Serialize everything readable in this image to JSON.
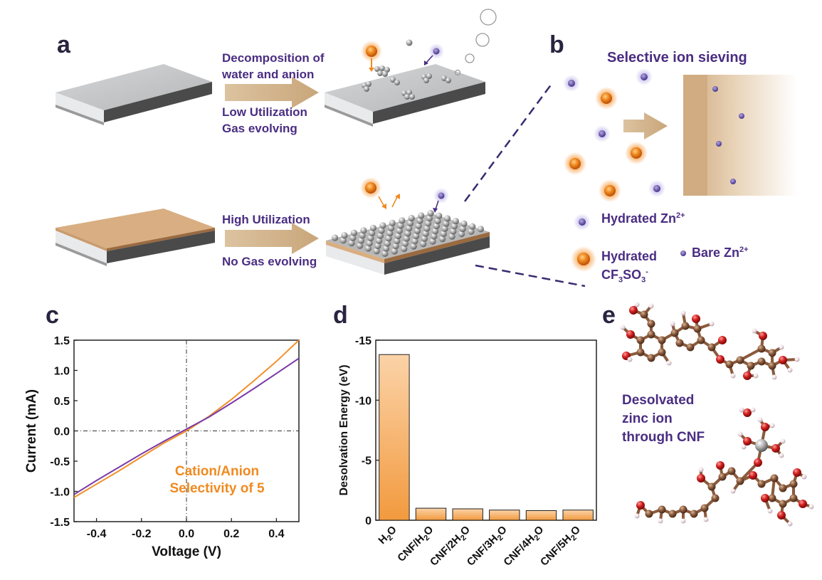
{
  "panels": {
    "a": "a",
    "b": "b",
    "c": "c",
    "d": "d",
    "e": "e"
  },
  "panel_a": {
    "top_line1": "Decomposition of",
    "top_line2": "water and anion",
    "bottom_line1": "Low Utilization",
    "bottom_line2": "Gas evolving",
    "cnf_line1": "High Utilization",
    "cnf_line2": "No Gas evolving"
  },
  "panel_b": {
    "title": "Selective ion sieving",
    "legend_hydrated_zn": "Hydrated Zn",
    "legend_hydrated_zn_sup": "2+",
    "legend_hydrated_anion_1": "Hydrated",
    "legend_hydrated_anion_2": "CF",
    "legend_hydrated_anion_sub1": "3",
    "legend_hydrated_anion_3": "SO",
    "legend_hydrated_anion_sub2": "3",
    "legend_hydrated_anion_sup": "-",
    "legend_bare_zn": "Bare Zn",
    "legend_bare_zn_sup": "2+"
  },
  "panel_e": {
    "line1": "Desolvated",
    "line2": "zinc ion",
    "line3": "through CNF"
  },
  "colors": {
    "purple": "#4a2d82",
    "orange": "#f08a20",
    "line_orange": "#f0902a",
    "line_purple": "#7a3aa8",
    "tan": "#d6b48a",
    "bar_top": "#fbd3a8",
    "bar_bottom": "#f29a3e"
  },
  "chart_data": [
    {
      "panel": "c",
      "type": "line",
      "xlabel": "Voltage (V)",
      "ylabel": "Current (mA)",
      "xlim": [
        -0.5,
        0.5
      ],
      "ylim": [
        -1.5,
        1.5
      ],
      "xticks": [
        "-0.4",
        "-0.2",
        "0.0",
        "0.2",
        "0.4"
      ],
      "yticks": [
        "1.5",
        "1.0",
        "0.5",
        "0.0",
        "-0.5",
        "-1.0",
        "-1.5"
      ],
      "annotation_line1": "Cation/Anion",
      "annotation_line2": "Selectivity of 5",
      "series": [
        {
          "color": "#f0902a",
          "x": [
            -0.5,
            -0.4,
            -0.3,
            -0.2,
            -0.1,
            0.0,
            0.1,
            0.2,
            0.3,
            0.4,
            0.5
          ],
          "y": [
            -1.1,
            -0.88,
            -0.66,
            -0.43,
            -0.2,
            0.0,
            0.24,
            0.52,
            0.83,
            1.15,
            1.5
          ]
        },
        {
          "color": "#7a3aa8",
          "x": [
            -0.5,
            -0.4,
            -0.3,
            -0.2,
            -0.1,
            0.0,
            0.1,
            0.2,
            0.3,
            0.4,
            0.5
          ],
          "y": [
            -1.05,
            -0.82,
            -0.6,
            -0.38,
            -0.17,
            0.03,
            0.23,
            0.46,
            0.7,
            0.95,
            1.2
          ]
        }
      ]
    },
    {
      "panel": "d",
      "type": "bar",
      "ylabel": "Desolvation Energy (eV)",
      "ylim": [
        0,
        -15
      ],
      "yticks": [
        "-15",
        "-10",
        "-5",
        "0"
      ],
      "categories": [
        {
          "base": "H",
          "sub": "2",
          "rest": "O",
          "prefix": ""
        },
        {
          "prefix": "CNF/H",
          "sub": "2",
          "rest": "O",
          "base": ""
        },
        {
          "prefix": "CNF/2H",
          "sub": "2",
          "rest": "O",
          "base": ""
        },
        {
          "prefix": "CNF/3H",
          "sub": "2",
          "rest": "O",
          "base": ""
        },
        {
          "prefix": "CNF/4H",
          "sub": "2",
          "rest": "O",
          "base": ""
        },
        {
          "prefix": "CNF/5H",
          "sub": "2",
          "rest": "O",
          "base": ""
        }
      ],
      "values": [
        -13.8,
        -1.0,
        -0.95,
        -0.85,
        -0.8,
        -0.85
      ]
    }
  ]
}
